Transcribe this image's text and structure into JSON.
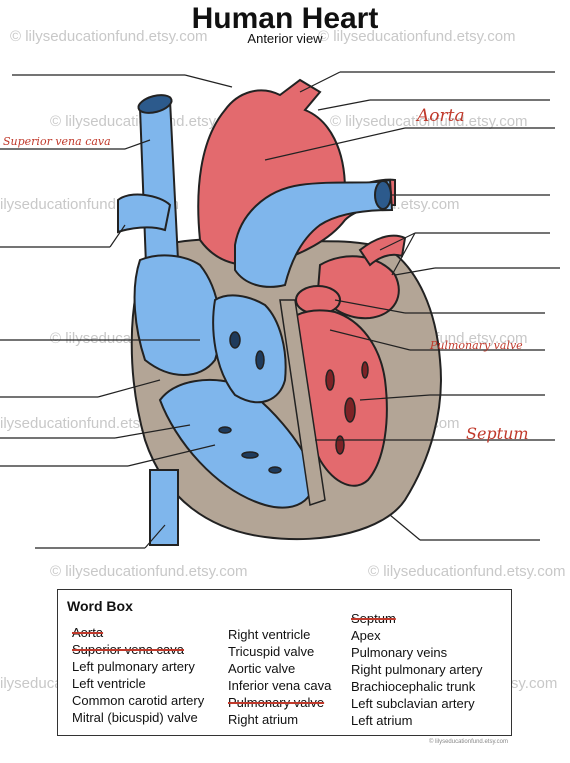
{
  "title": "Human Heart",
  "subtitle": "Anterior view",
  "watermark": "© lilyseducationfund.etsy.com",
  "watermark_partial_left": "ilyseducationfund.etsy.com",
  "watermark_partial_right": "lilyseducationfund.etsy.com",
  "labels_filled": {
    "aorta": "Aorta",
    "superior_vena_cava": "Superior vena cava",
    "pulmonary_valve": "Pulmonary valve",
    "septum": "Septum"
  },
  "word_box": {
    "title": "Word Box",
    "columns": [
      [
        {
          "text": "Aorta",
          "struck": true
        },
        {
          "text": "Superior vena cava",
          "struck": true
        },
        {
          "text": "Left pulmonary artery",
          "struck": false
        },
        {
          "text": "Left ventricle",
          "struck": false
        },
        {
          "text": "Common carotid artery",
          "struck": false
        },
        {
          "text": "Mitral (bicuspid) valve",
          "struck": false
        }
      ],
      [
        {
          "text": "Right ventricle",
          "struck": false
        },
        {
          "text": "Tricuspid valve",
          "struck": false
        },
        {
          "text": "Aortic valve",
          "struck": false
        },
        {
          "text": "Inferior vena cava",
          "struck": false
        },
        {
          "text": "Pulmonary valve",
          "struck": true
        },
        {
          "text": "Right atrium",
          "struck": false
        }
      ],
      [
        {
          "text": "Septum",
          "struck": true
        },
        {
          "text": "Apex",
          "struck": false
        },
        {
          "text": "Pulmonary veins",
          "struck": false
        },
        {
          "text": "Right pulmonary artery",
          "struck": false
        },
        {
          "text": "Brachiocephalic trunk",
          "struck": false
        },
        {
          "text": "Left subclavian artery",
          "struck": false
        },
        {
          "text": "Left atrium",
          "struck": false
        }
      ]
    ]
  },
  "copyright": "© lilyseducationfund.etsy.com",
  "colors": {
    "artery_red": "#e36a6e",
    "vein_blue": "#7fb6ec",
    "muscle_tan": "#b3a596",
    "handwriting_red": "#c0392b"
  }
}
